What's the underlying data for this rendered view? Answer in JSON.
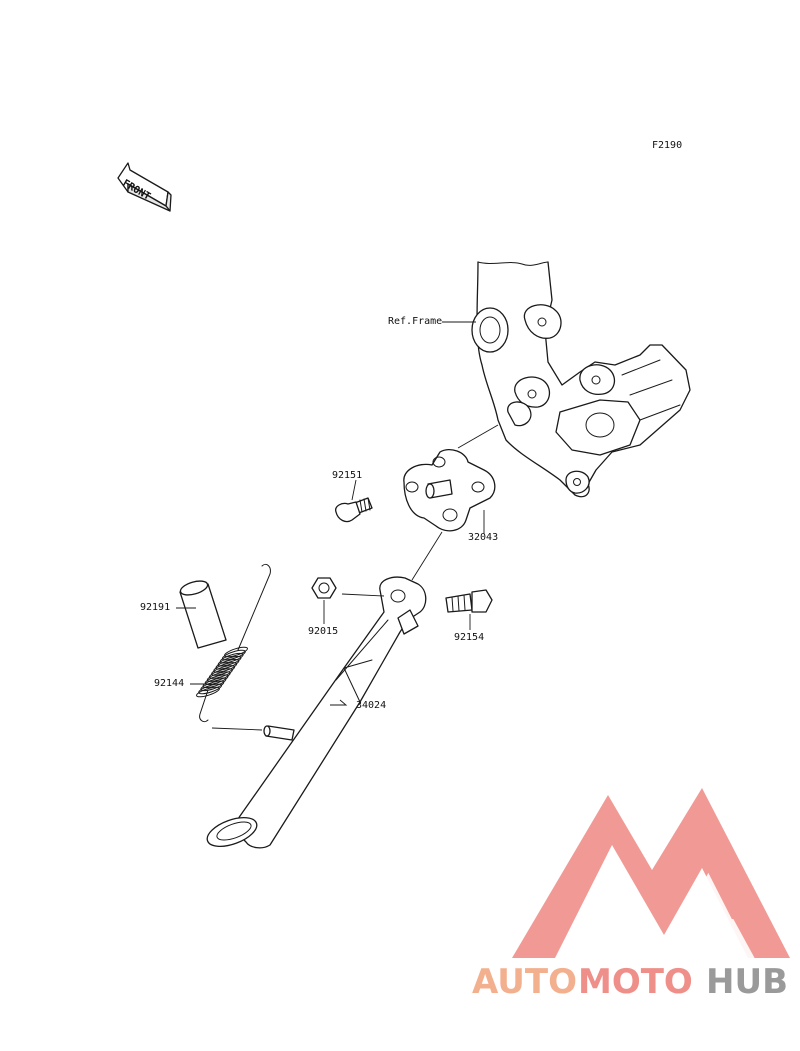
{
  "diagram": {
    "code": "F2190",
    "front_marker": "FRONT",
    "reference_label": "Ref.Frame",
    "parts": [
      {
        "number": "92151"
      },
      {
        "number": "32043"
      },
      {
        "number": "92015"
      },
      {
        "number": "92154"
      },
      {
        "number": "92191"
      },
      {
        "number": "92144"
      },
      {
        "number": "34024"
      }
    ]
  },
  "watermark": {
    "brand_part1": "AUTO",
    "brand_part2": "MOTO",
    "brand_part3": "HUB",
    "color_light": "#f3b08f",
    "color_red": "#ef8f8a",
    "color_gray": "#9a9a9a"
  }
}
